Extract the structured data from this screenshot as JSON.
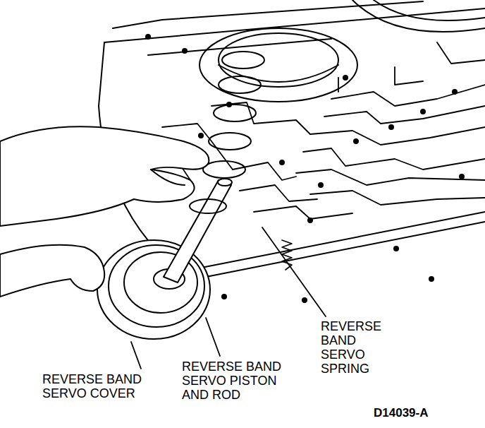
{
  "diagram": {
    "labels": [
      "REVERSE BAND SERVO SPRING",
      "REVERSE BAND SERVO COVER",
      "REVERSE BAND SERVO PISTON AND ROD",
      "D14039-A"
    ]
  }
}
